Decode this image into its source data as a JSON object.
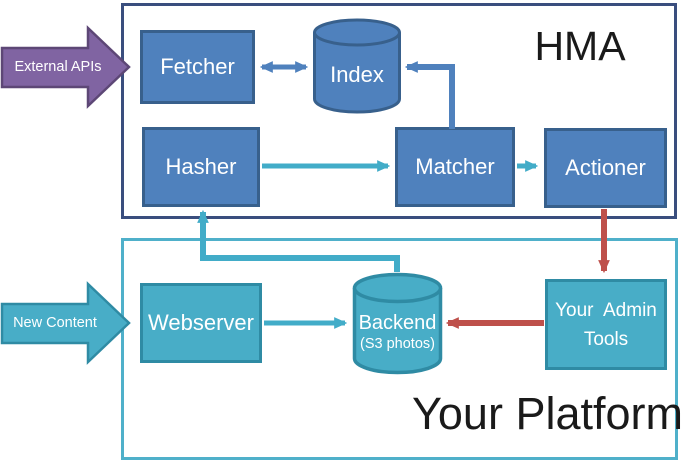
{
  "diagram": {
    "type": "architecture-diagram",
    "groups": {
      "hma": {
        "title": "HMA"
      },
      "platform": {
        "title": "Your Platform"
      }
    },
    "nodes": {
      "fetcher": {
        "label": "Fetcher",
        "shape": "rect",
        "color_role": "blue"
      },
      "index": {
        "label": "Index",
        "shape": "cylinder",
        "color_role": "blue"
      },
      "hasher": {
        "label": "Hasher",
        "shape": "rect",
        "color_role": "blue"
      },
      "matcher": {
        "label": "Matcher",
        "shape": "rect",
        "color_role": "blue"
      },
      "actioner": {
        "label": "Actioner",
        "shape": "rect",
        "color_role": "blue"
      },
      "webserver": {
        "label": "Webserver",
        "shape": "rect",
        "color_role": "teal"
      },
      "backend": {
        "label": "Backend",
        "sublabel": "(S3 photos)",
        "shape": "cylinder",
        "color_role": "teal"
      },
      "admin_tools": {
        "label": "Your  Admin\nTools",
        "shape": "rect",
        "color_role": "teal"
      }
    },
    "external_inputs": {
      "external_apis": {
        "label": "External APIs",
        "color_role": "purple",
        "points_to": "fetcher"
      },
      "new_content": {
        "label": "New Content",
        "color_role": "teal",
        "points_to": "webserver"
      }
    },
    "edges": [
      {
        "from": "fetcher",
        "to": "index",
        "direction": "bidirectional",
        "color": "blue"
      },
      {
        "from": "matcher",
        "to": "index",
        "direction": "one-way",
        "color": "blue"
      },
      {
        "from": "hasher",
        "to": "matcher",
        "direction": "one-way",
        "color": "teal"
      },
      {
        "from": "matcher",
        "to": "actioner",
        "direction": "one-way",
        "color": "teal"
      },
      {
        "from": "actioner",
        "to": "admin_tools",
        "direction": "one-way",
        "color": "red"
      },
      {
        "from": "admin_tools",
        "to": "backend",
        "direction": "one-way",
        "color": "red"
      },
      {
        "from": "webserver",
        "to": "backend",
        "direction": "one-way",
        "color": "teal"
      },
      {
        "from": "backend",
        "to": "hasher",
        "direction": "one-way",
        "color": "teal"
      }
    ],
    "colors": {
      "blue_fill": "#4F81BD",
      "blue_border": "#38608C",
      "teal_fill": "#48ADC7",
      "teal_border": "#2F8BA4",
      "purple_fill": "#8064A2",
      "purple_border": "#5D4776",
      "red_arrow": "#BE504B",
      "blue_arrow": "#4F81BD",
      "teal_arrow": "#42ACC8",
      "hma_frame_border": "#3A4E7E",
      "platform_frame_border": "#4FB0CA",
      "title_text": "#1A1A1A",
      "node_text": "#FFFFFF",
      "background": "#FFFFFF"
    }
  }
}
